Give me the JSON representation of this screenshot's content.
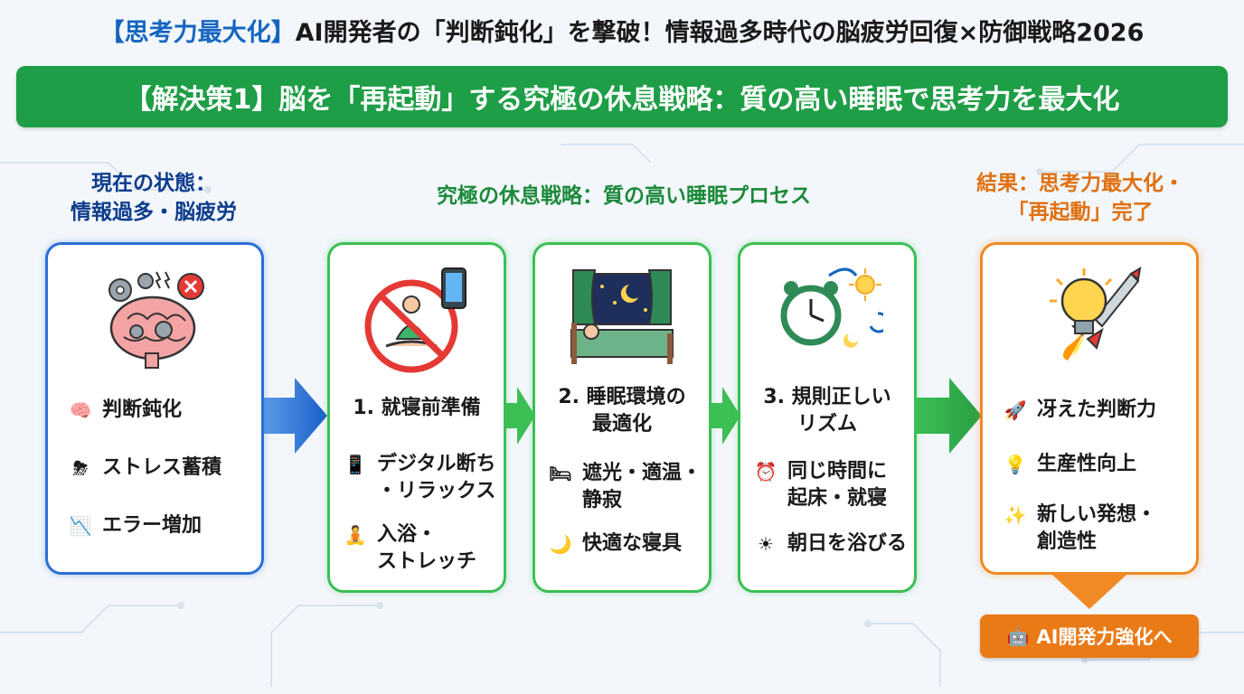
{
  "title": {
    "bracket": "【思考力最大化】",
    "main": "AI開発者の「判断鈍化」を撃破！情報過多時代の脳疲労回復×防御戦略2026"
  },
  "banner": "【解決策1】脳を「再起動」する究極の休息戦略：質の高い睡眠で思考力を最大化",
  "current": {
    "heading_line1": "現在の状態：",
    "heading_line2": "情報過多・脳疲労",
    "items": [
      {
        "icon": "brain-icon",
        "glyph": "🧠",
        "text": "判断鈍化"
      },
      {
        "icon": "storm-cloud-icon",
        "glyph": "⛈",
        "text": "ストレス蓄積"
      },
      {
        "icon": "chart-down-icon",
        "glyph": "📉",
        "text": "エラー増加"
      }
    ]
  },
  "process": {
    "heading": "究極の休息戦略：質の高い睡眠プロセス",
    "steps": [
      {
        "title": "1. 就寝前準備",
        "items": [
          {
            "icon": "phone-off-icon",
            "glyph": "📱",
            "text": "デジタル断ち\n・リラックス"
          },
          {
            "icon": "yoga-icon",
            "glyph": "🧘",
            "text": "入浴・\nストレッチ"
          }
        ]
      },
      {
        "title": "2. 睡眠環境の\n最適化",
        "items": [
          {
            "icon": "bed-icon",
            "glyph": "🛏",
            "text": "遮光・適温・\n静寂"
          },
          {
            "icon": "moon-icon",
            "glyph": "🌙",
            "text": "快適な寝具"
          }
        ]
      },
      {
        "title": "3. 規則正しい\nリズム",
        "items": [
          {
            "icon": "alarm-clock-icon",
            "glyph": "⏰",
            "text": "同じ時間に\n起床・就寝"
          },
          {
            "icon": "sun-icon",
            "glyph": "☀",
            "text": "朝日を浴びる"
          }
        ]
      }
    ]
  },
  "result": {
    "heading_line1": "結果：思考力最大化・",
    "heading_line2": "「再起動」完了",
    "items": [
      {
        "icon": "rocket-icon",
        "glyph": "🚀",
        "text": "冴えた判断力"
      },
      {
        "icon": "lightbulb-icon",
        "glyph": "💡",
        "text": "生産性向上"
      },
      {
        "icon": "sparkles-icon",
        "glyph": "✨",
        "text": "新しい発想・\n創造性"
      }
    ]
  },
  "cta": {
    "icon": "robot-icon",
    "glyph": "🤖",
    "label": "AI開発力強化へ"
  },
  "colors": {
    "blue": "#2c6fd6",
    "green": "#3cbf55",
    "banner_green": "#1e9e46",
    "orange": "#f08a24",
    "title_blue": "#1565c0"
  }
}
